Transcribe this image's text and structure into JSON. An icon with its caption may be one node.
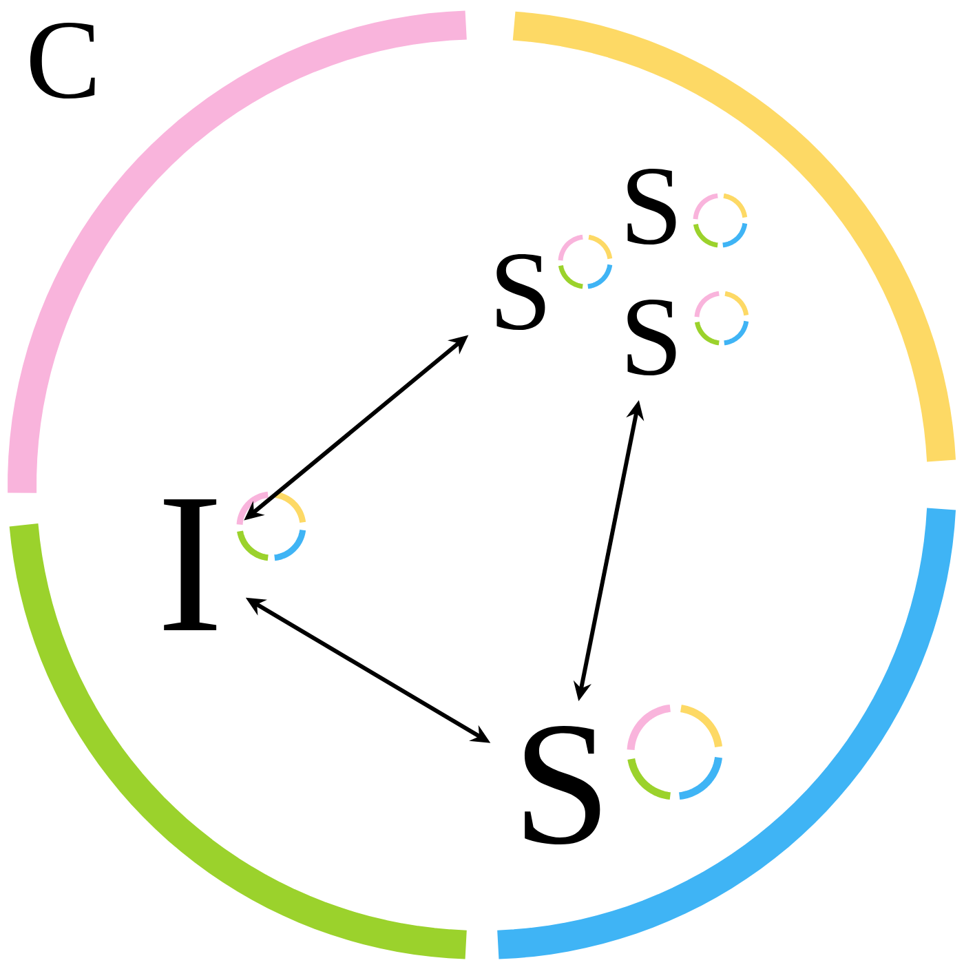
{
  "diagram": {
    "nodes": [
      {
        "text": [
          "I"
        ]
      },
      {
        "text": [
          "S"
        ]
      },
      {
        "text": [
          "S"
        ]
      },
      {
        "text": [
          "S"
        ]
      },
      {
        "text": [
          "S"
        ]
      }
    ],
    "edges": [
      {
        "from": 0,
        "to": 1,
        "arrow": "both"
      },
      {
        "from": 3,
        "to": 4,
        "arrow": "both"
      },
      {
        "from": 0,
        "to": 4,
        "arrow": "both"
      }
    ],
    "labels": [
      "C"
    ]
  }
}
